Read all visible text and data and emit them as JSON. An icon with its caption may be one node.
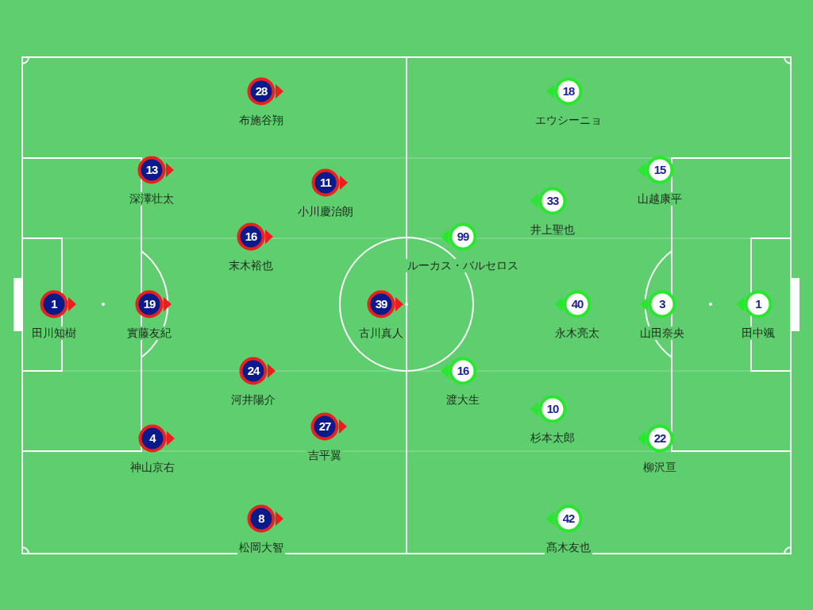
{
  "diagram": {
    "nodes": [
      {
        "text": [
          "28"
        ],
        "beside": [
          "布施谷翔"
        ]
      },
      {
        "text": [
          "13"
        ],
        "beside": [
          "深澤壮太"
        ]
      },
      {
        "text": [
          "11"
        ],
        "beside": [
          "小川慶治朗"
        ]
      },
      {
        "text": [
          "16"
        ],
        "beside": [
          "末木裕也"
        ]
      },
      {
        "text": [
          "1"
        ],
        "beside": [
          "田川知樹"
        ]
      },
      {
        "text": [
          "19"
        ],
        "beside": [
          "實藤友紀"
        ]
      },
      {
        "text": [
          "39"
        ],
        "beside": [
          "古川真人"
        ]
      },
      {
        "text": [
          "24"
        ],
        "beside": [
          "河井陽介"
        ]
      },
      {
        "text": [
          "27"
        ],
        "beside": [
          "吉平翼"
        ]
      },
      {
        "text": [
          "4"
        ],
        "beside": [
          "神山京右"
        ]
      },
      {
        "text": [
          "8"
        ],
        "beside": [
          "松岡大智"
        ]
      },
      {
        "text": [
          "18"
        ],
        "beside": [
          "エウシーニョ"
        ]
      },
      {
        "text": [
          "15"
        ],
        "beside": [
          "山越康平"
        ]
      },
      {
        "text": [
          "33"
        ],
        "beside": [
          "井上聖也"
        ]
      },
      {
        "text": [
          "99"
        ],
        "beside": [
          "ルーカス・バルセロス"
        ]
      },
      {
        "text": [
          "40"
        ],
        "beside": [
          "永木亮太"
        ]
      },
      {
        "text": [
          "3"
        ],
        "beside": [
          "山田奈央"
        ]
      },
      {
        "text": [
          "1"
        ],
        "beside": [
          "田中颯"
        ]
      },
      {
        "text": [
          "16"
        ],
        "beside": [
          "渡大生"
        ]
      },
      {
        "text": [
          "10"
        ],
        "beside": [
          "杉本太郎"
        ]
      },
      {
        "text": [
          "22"
        ],
        "beside": [
          "柳沢亘"
        ]
      },
      {
        "text": [
          "42"
        ],
        "beside": [
          "髙木友也"
        ]
      }
    ]
  }
}
